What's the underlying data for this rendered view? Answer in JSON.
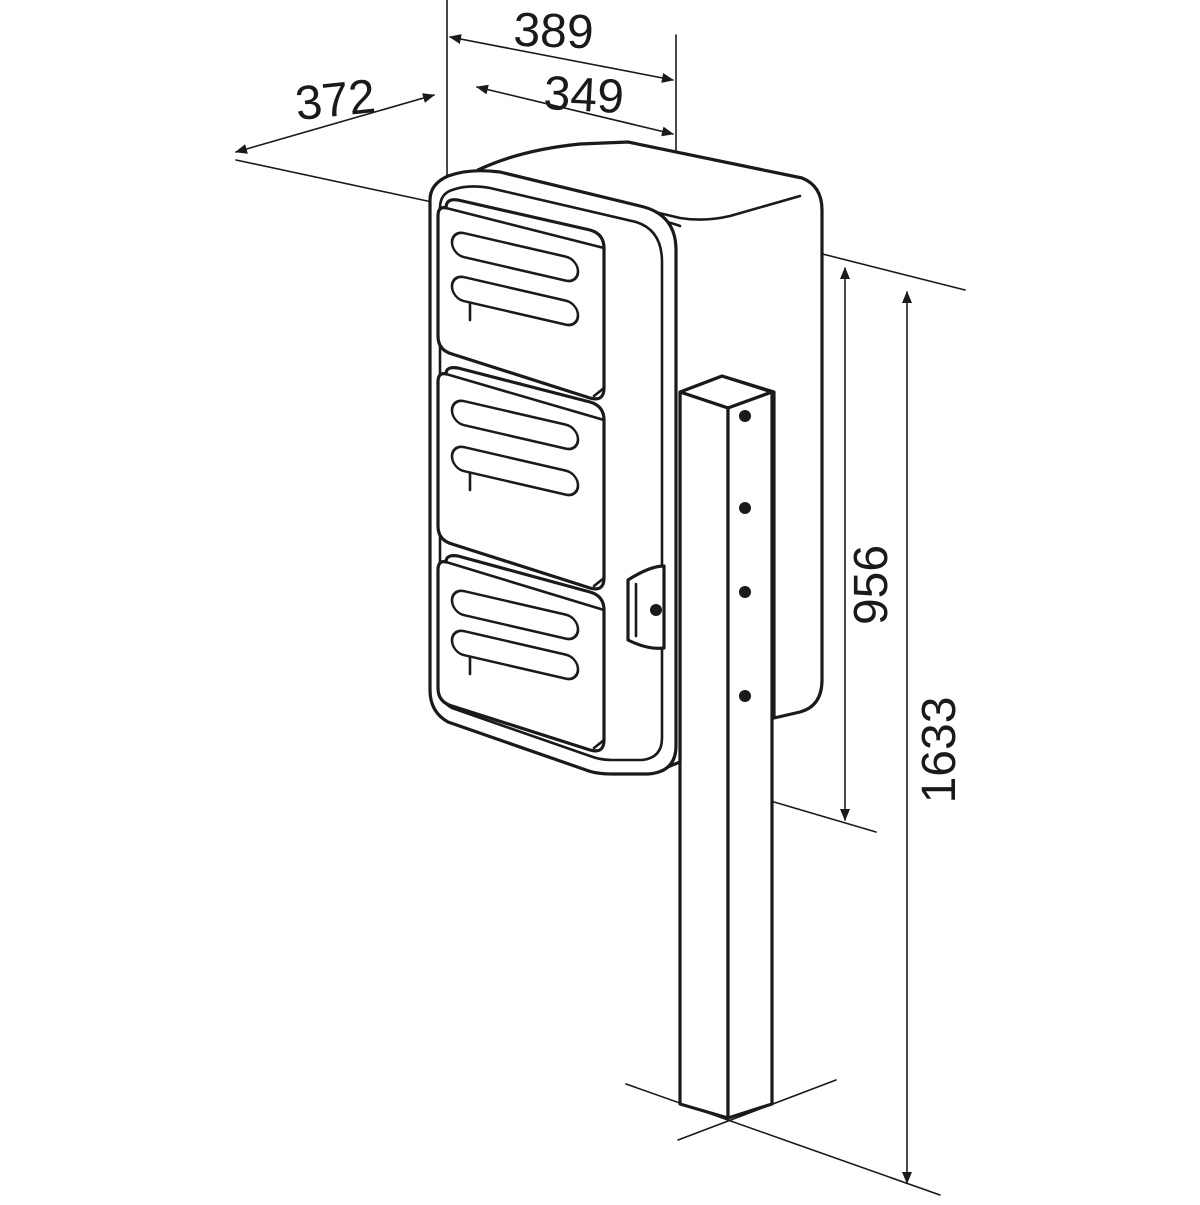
{
  "dimensions": {
    "depth_outer": "372",
    "width_outer": "389",
    "width_inner": "349",
    "box_height": "956",
    "total_height": "1633"
  },
  "mailbox": {
    "compartments": 3,
    "post_holes": 4
  }
}
